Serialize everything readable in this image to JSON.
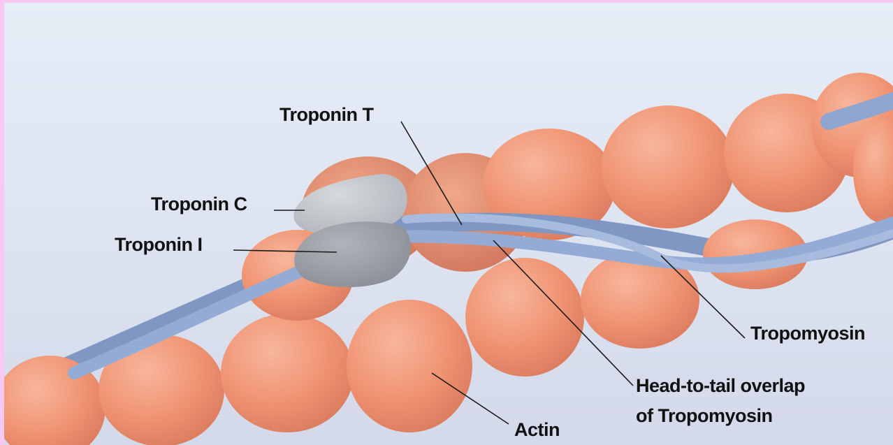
{
  "labels": {
    "troponin_t": "Troponin T",
    "troponin_c": "Troponin C",
    "troponin_i": "Troponin I",
    "tropomyosin": "Tropomyosin",
    "overlap_line1": "Head-to-tail overlap",
    "overlap_line2": "of Tropomyosin",
    "actin": "Actin"
  },
  "colors": {
    "actin": "#f29878",
    "tropomyosin": "#8ea6cf",
    "troponin_c": "#c4c7cc",
    "troponin_i": "#9da1a8",
    "frame": "#f6c8f2"
  }
}
